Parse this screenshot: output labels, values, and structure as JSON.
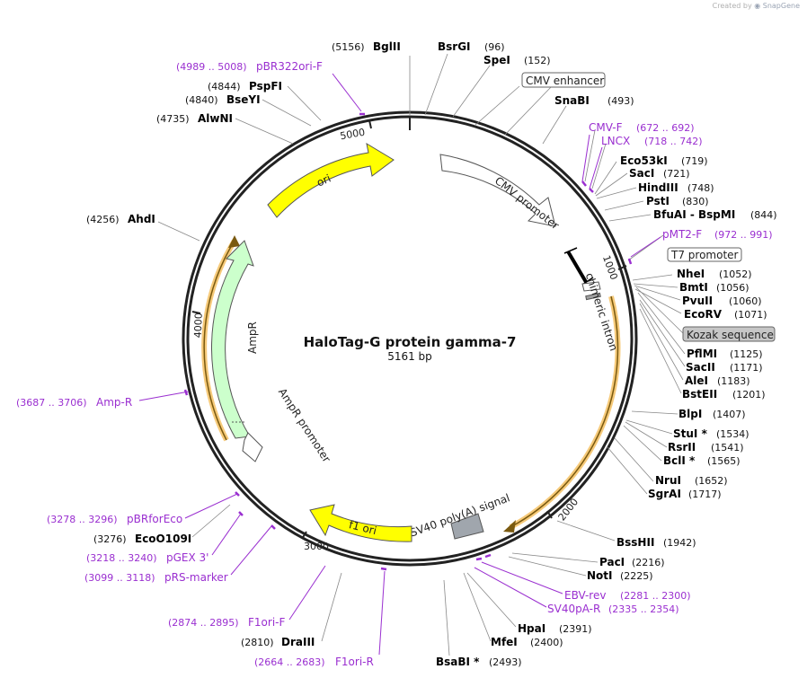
{
  "credit": {
    "prefix": "Created by",
    "brand": "SnapGene"
  },
  "plasmid": {
    "name": "HaloTag-G protein gamma-7",
    "length_label": "5161 bp"
  },
  "ticks": [
    "1000",
    "2000",
    "3000",
    "4000",
    "5000"
  ],
  "colors": {
    "enzyme": "#000000",
    "primer": "#9a2fd0",
    "ori": "#ffff00",
    "ampr": "#ccffcc",
    "orf": "#ffcc66",
    "grey": "#a0a0a0"
  },
  "features": [
    {
      "id": "cmv-enhancer",
      "label": "CMV enhancer",
      "boxed": true
    },
    {
      "id": "cmv-promoter",
      "label": "CMV promoter"
    },
    {
      "id": "chimeric-intron",
      "label": "chimeric intron"
    },
    {
      "id": "t7-promoter",
      "label": "T7 promoter",
      "boxed": true
    },
    {
      "id": "kozak",
      "label": "Kozak sequence",
      "boxed": true,
      "shaded": true
    },
    {
      "id": "sv40-polya",
      "label": "SV40 poly(A) signal"
    },
    {
      "id": "f1-ori",
      "label": "f1 ori"
    },
    {
      "id": "ampr-promoter",
      "label": "AmpR promoter"
    },
    {
      "id": "ampr",
      "label": "AmpR"
    },
    {
      "id": "ori",
      "label": "ori"
    }
  ],
  "enzymes": [
    {
      "name": "BglII",
      "pos": "(5156)"
    },
    {
      "name": "BsrGI",
      "pos": "(96)"
    },
    {
      "name": "SpeI",
      "pos": "(152)"
    },
    {
      "name": "SnaBI",
      "pos": "(493)"
    },
    {
      "name": "Eco53kI",
      "pos": "(719)"
    },
    {
      "name": "SacI",
      "pos": "(721)"
    },
    {
      "name": "HindIII",
      "pos": "(748)"
    },
    {
      "name": "PstI",
      "pos": "(830)"
    },
    {
      "name": "BfuAI - BspMI",
      "pos": "(844)"
    },
    {
      "name": "NheI",
      "pos": "(1052)"
    },
    {
      "name": "BmtI",
      "pos": "(1056)"
    },
    {
      "name": "PvuII",
      "pos": "(1060)"
    },
    {
      "name": "EcoRV",
      "pos": "(1071)"
    },
    {
      "name": "PflMI",
      "pos": "(1125)"
    },
    {
      "name": "SacII",
      "pos": "(1171)"
    },
    {
      "name": "AleI",
      "pos": "(1183)"
    },
    {
      "name": "BstEII",
      "pos": "(1201)"
    },
    {
      "name": "BlpI",
      "pos": "(1407)"
    },
    {
      "name": "StuI *",
      "pos": "(1534)"
    },
    {
      "name": "RsrII",
      "pos": "(1541)"
    },
    {
      "name": "BclI *",
      "pos": "(1565)"
    },
    {
      "name": "NruI",
      "pos": "(1652)"
    },
    {
      "name": "SgrAI",
      "pos": "(1717)"
    },
    {
      "name": "BssHII",
      "pos": "(1942)"
    },
    {
      "name": "PacI",
      "pos": "(2216)"
    },
    {
      "name": "NotI",
      "pos": "(2225)"
    },
    {
      "name": "HpaI",
      "pos": "(2391)"
    },
    {
      "name": "MfeI",
      "pos": "(2400)"
    },
    {
      "name": "BsaBI *",
      "pos": "(2493)"
    },
    {
      "name": "DraIII",
      "pos": "(2810)"
    },
    {
      "name": "EcoO109I",
      "pos": "(3276)"
    },
    {
      "name": "AhdI",
      "pos": "(4256)"
    },
    {
      "name": "AlwNI",
      "pos": "(4735)"
    },
    {
      "name": "BseYI",
      "pos": "(4840)"
    },
    {
      "name": "PspFI",
      "pos": "(4844)"
    }
  ],
  "primers": [
    {
      "name": "pBR322ori-F",
      "range": "(4989 .. 5008)"
    },
    {
      "name": "CMV-F",
      "range": "(672 .. 692)"
    },
    {
      "name": "LNCX",
      "range": "(718 .. 742)"
    },
    {
      "name": "pMT2-F",
      "range": "(972 .. 991)"
    },
    {
      "name": "EBV-rev",
      "range": "(2281 .. 2300)"
    },
    {
      "name": "SV40pA-R",
      "range": "(2335 .. 2354)"
    },
    {
      "name": "F1ori-R",
      "range": "(2664 .. 2683)"
    },
    {
      "name": "F1ori-F",
      "range": "(2874 .. 2895)"
    },
    {
      "name": "pRS-marker",
      "range": "(3099 .. 3118)"
    },
    {
      "name": "pGEX 3'",
      "range": "(3218 .. 3240)"
    },
    {
      "name": "pBRforEco",
      "range": "(3278 .. 3296)"
    },
    {
      "name": "Amp-R",
      "range": "(3687 .. 3706)"
    }
  ]
}
